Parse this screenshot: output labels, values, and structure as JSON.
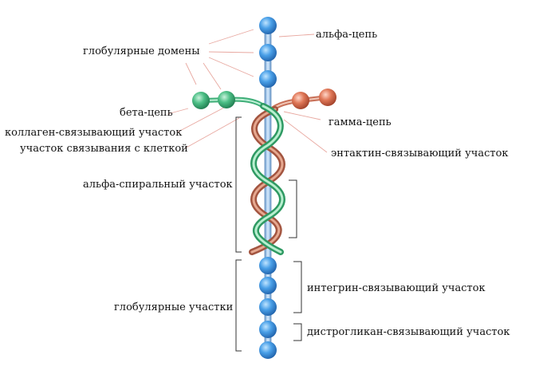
{
  "labels": {
    "alpha_chain": "альфа-цепь",
    "globular_domains": "глобулярные домены",
    "beta_chain": "бета-цепь",
    "collagen_site": "коллаген-связывающий участок",
    "cell_site": "участок связывания с клеткой",
    "gamma_chain": "гамма-цепь",
    "entactin_site": "энтактин-связывающий участок",
    "alpha_helical": "альфа-спиральный участок",
    "integrin_site": "интегрин-связывающий участок",
    "globular_regions": "глобулярные участки",
    "dystroglycan_site": "дистрогликан-связывающий участок"
  },
  "colors": {
    "alpha": "#3f8fd8",
    "beta": "#3fae78",
    "gamma": "#c87058",
    "leader": "#e8a8a0",
    "bracket": "#333333"
  }
}
